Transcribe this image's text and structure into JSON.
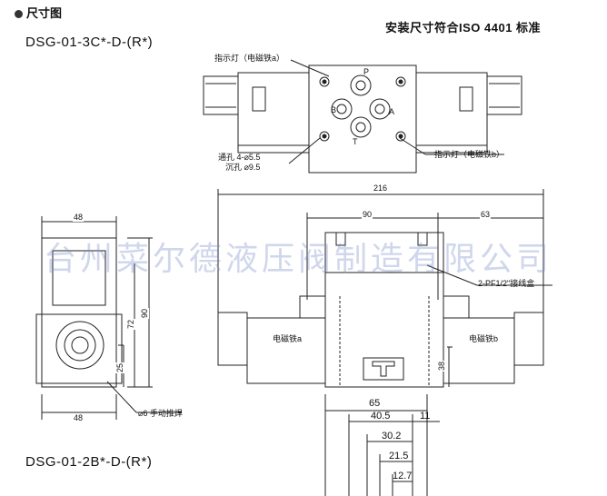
{
  "header": {
    "title": "尺寸图",
    "model_top": "DSG-01-3C*-D-(R*)",
    "model_bottom": "DSG-01-2B*-D-(R*)",
    "standard": "安装尺寸符合ISO 4401 标准"
  },
  "top_view": {
    "indicator_a": "指示灯（电磁铁a）",
    "indicator_b": "指示灯（电磁铁b）",
    "port_p": "P",
    "port_t": "T",
    "port_a": "A",
    "port_b": "B",
    "through_hole": "通孔  4-⌀5.5",
    "counterbore": "沉孔    ⌀9.5"
  },
  "side_view": {
    "dim_width": "48",
    "dim_height_90": "90",
    "dim_72": "72",
    "dim_25": "25",
    "dim_bottom_48": "48",
    "manual_pin": "⌀6 手动推焊"
  },
  "front_view": {
    "dim_216": "216",
    "dim_90": "90",
    "dim_63": "63",
    "dim_38": "38",
    "conn_box": "2-PF1/2\"接线盒",
    "solenoid_a": "电磁铁a",
    "solenoid_b": "电磁铁b"
  },
  "bottom_dims": {
    "d65": "65",
    "d40_5": "40.5",
    "d11": "11",
    "d30_2": "30.2",
    "d21_5": "21.5",
    "d12_7": "12.7"
  },
  "watermark": "台州菜尔德液压阀制造有限公司"
}
